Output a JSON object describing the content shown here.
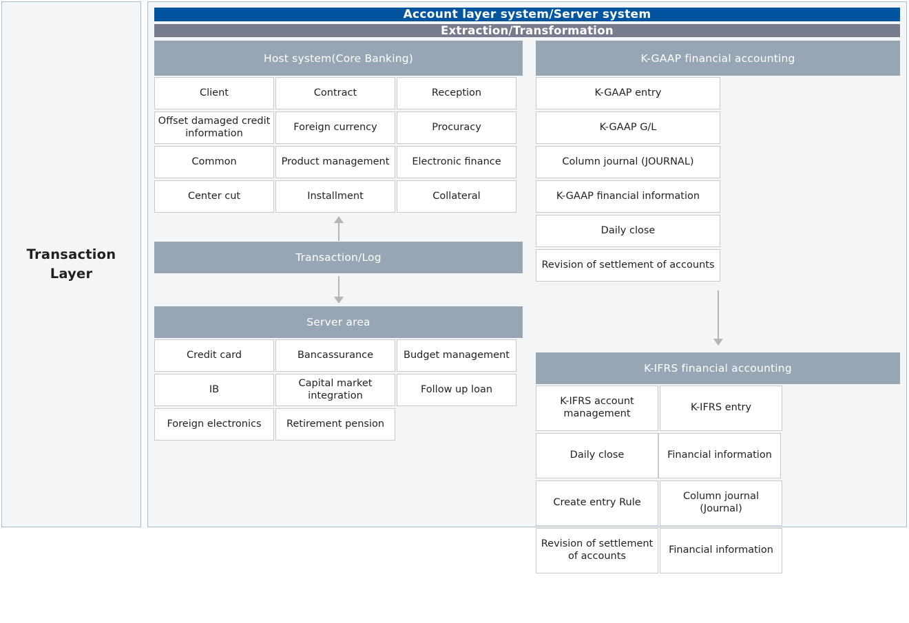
{
  "layer": {
    "title": "Transaction\nLayer",
    "title_line1": "Transaction",
    "title_line2": "Layer"
  },
  "banners": {
    "primary": "Account layer system/Server system",
    "secondary": "Extraction/Transformation"
  },
  "colors": {
    "banner_primary_bg": "#03549f",
    "banner_secondary_bg": "#767c8d",
    "group_header_bg": "#97a6b5",
    "panel_bg": "#f4f5f6",
    "panel_border": "#a9bcd4",
    "cell_border": "#c9c9c9",
    "cell_bg": "#ffffff",
    "arrow": "#b5b5b5",
    "text": "#231f20"
  },
  "groups": {
    "host_system": {
      "header": "Host system(Core Banking)",
      "items": [
        "Client",
        "Contract",
        "Reception",
        "Offset damaged credit information",
        "Foreign currency",
        "Procuracy",
        "Common",
        "Product management",
        "Electronic finance",
        "Center cut",
        "Installment",
        "Collateral"
      ]
    },
    "transaction_log": {
      "header": "Transaction/Log"
    },
    "server_area": {
      "header": "Server area",
      "items": [
        "Credit card",
        "Bancassurance",
        "Budget management",
        "IB",
        "Capital market integration",
        "Follow up loan",
        "Foreign electronics",
        "Retirement pension"
      ]
    },
    "kgaap": {
      "header": "K-GAAP financial accounting",
      "items": [
        "K-GAAP entry",
        "K-GAAP G/L",
        "Column journal (JOURNAL)",
        "K-GAAP financial information",
        "Daily close",
        "Revision of settlement of accounts"
      ]
    },
    "kifrs": {
      "header": "K-IFRS financial accounting",
      "items": [
        "K-IFRS account management",
        "K-IFRS entry",
        "Daily close",
        "Financial information",
        "Create entry Rule",
        "Column journal (Journal)",
        "Revision of settlement of accounts",
        "Financial information",
        ""
      ]
    }
  },
  "arrows": {
    "host_up": "arrow-up",
    "server_down": "arrow-down",
    "kgaap_to_kifrs": "arrow-down"
  }
}
